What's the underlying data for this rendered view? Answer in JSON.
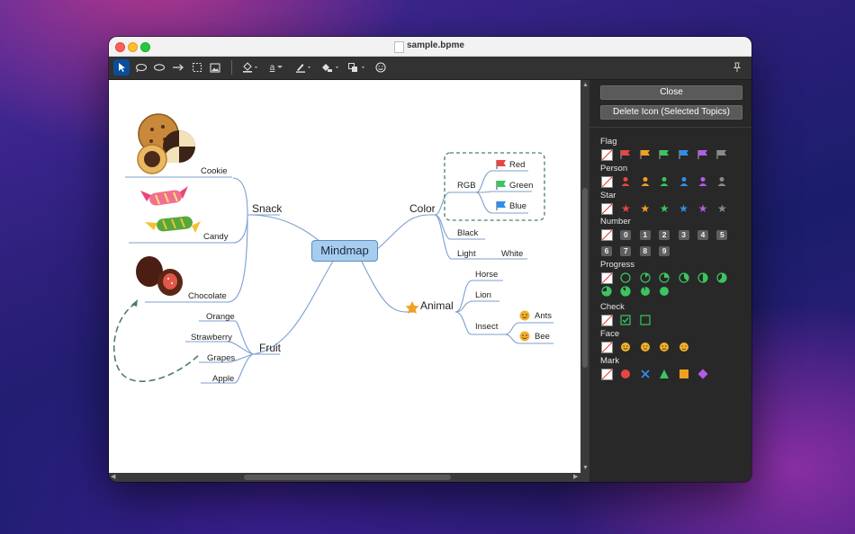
{
  "window": {
    "title": "sample.bpme"
  },
  "toolbar": {
    "tools": [
      {
        "name": "select-tool-button",
        "icon": "arrow-cursor-icon"
      },
      {
        "name": "lasso-tool-button",
        "icon": "lasso-icon"
      },
      {
        "name": "ellipse-tool-button",
        "icon": "ellipse-icon"
      },
      {
        "name": "arrow-tool-button",
        "icon": "right-arrow-icon"
      },
      {
        "name": "rect-select-tool-button",
        "icon": "dashed-rect-icon"
      },
      {
        "name": "image-tool-button",
        "icon": "image-icon"
      }
    ],
    "text_tool_glyph": "a"
  },
  "mindmap": {
    "root": "Mindmap",
    "branches": {
      "snack": {
        "label": "Snack",
        "children": [
          "Cookie",
          "Candy",
          "Chocolate"
        ]
      },
      "fruit": {
        "label": "Fruit",
        "children": [
          "Orange",
          "Strawberry",
          "Grapes",
          "Apple"
        ]
      },
      "color": {
        "label": "Color",
        "rgb": {
          "label": "RGB",
          "children": [
            "Red",
            "Green",
            "Blue"
          ]
        },
        "black": "Black",
        "light": {
          "label": "Light",
          "child": "White"
        }
      },
      "animal": {
        "label": "Animal",
        "children": [
          "Horse",
          "Lion"
        ],
        "insect": {
          "label": "Insect",
          "children": [
            "Ants",
            "Bee"
          ]
        }
      }
    }
  },
  "panel": {
    "close_label": "Close",
    "delete_icon_label": "Delete Icon (Selected Topics)",
    "categories": {
      "flag": "Flag",
      "person": "Person",
      "star": "Star",
      "number": "Number",
      "progress": "Progress",
      "check": "Check",
      "face": "Face",
      "mark": "Mark"
    },
    "number_items": [
      "0",
      "1",
      "2",
      "3",
      "4",
      "5",
      "6",
      "7",
      "8",
      "9"
    ],
    "colors": [
      "#e84545",
      "#f0a020",
      "#3cc460",
      "#2f8fe8",
      "#b45ce8",
      "#8a8a8a"
    ]
  }
}
